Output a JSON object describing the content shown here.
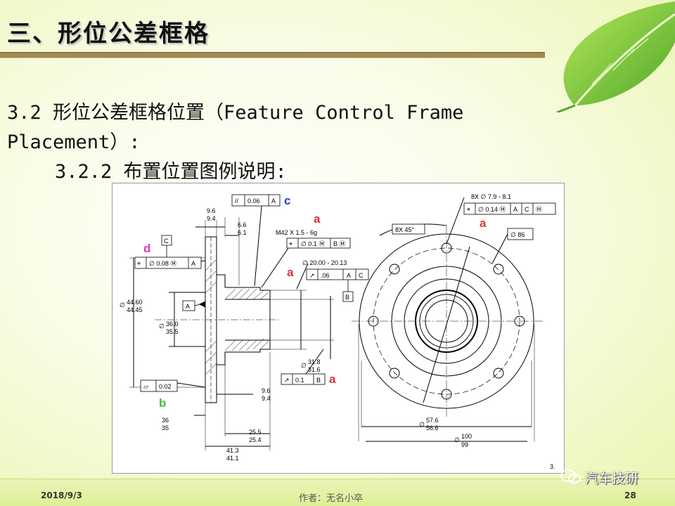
{
  "slide": {
    "title": "三、形位公差框格",
    "subtitle_line1": "3.2 形位公差框格位置（Feature Control Frame",
    "subtitle_line2": "Placement）:",
    "subsection": "3.2.2 布置位置图例说明:",
    "footer": {
      "date": "2018/9/3",
      "author": "作者：无名小卒",
      "page": "28"
    },
    "brand": "汽车技研"
  },
  "drawing": {
    "labels": {
      "a": "a",
      "b": "b",
      "c": "c",
      "d": "d"
    },
    "frames": {
      "parallel": [
        "//",
        "0.06",
        "A"
      ],
      "pos_m42": [
        "⌖",
        "∅ 0.1 Ⓜ",
        "B Ⓜ"
      ],
      "runout_20": [
        "↗",
        ".06",
        "A",
        "C"
      ],
      "pos_d": [
        "⌖",
        "∅ 0.08 Ⓜ",
        "A"
      ],
      "flat": [
        "▱",
        "0.02"
      ],
      "runout_31": [
        "↗",
        "0.1",
        "B"
      ],
      "pos_8x": [
        "⌖",
        "∅ 0.14 Ⓜ",
        "A",
        "C",
        "Ⓜ"
      ]
    },
    "datums": {
      "a": "A",
      "b": "B",
      "c": "C"
    },
    "dims": {
      "d9_6_top": "9.6",
      "d9_4_top": "9.4",
      "d6_6": "6.6",
      "d6_1": "6.1",
      "m42": "M42  X  1.5 - 6g",
      "d20": "∅ 20.00 - 20.13",
      "d44_60": "44.60",
      "d44_45": "44.45",
      "d36_0": "36.0",
      "d35_5": "35.5",
      "d31_8": "31.8",
      "d31_6": "31.6",
      "d9_6_bot": "9.6",
      "d9_4_bot": "9.4",
      "d36": "36",
      "d35": "35",
      "d25_5": "25.5",
      "d25_4": "25.4",
      "d41_3": "41.3",
      "d41_1": "41.1",
      "holes": "8X  ∅ 7.9 - 8.1",
      "angle": "8X  45°",
      "d86": "∅ 86",
      "d57_6": "57.6",
      "d56_6": "56.6",
      "d100": "100",
      "d99": "99",
      "dia": "∅",
      "corner": "3."
    }
  },
  "colors": {
    "label_red": "#e0303a",
    "label_blue": "#2a3fc9",
    "label_magenta": "#d63caa",
    "label_green": "#3fbf3f"
  }
}
